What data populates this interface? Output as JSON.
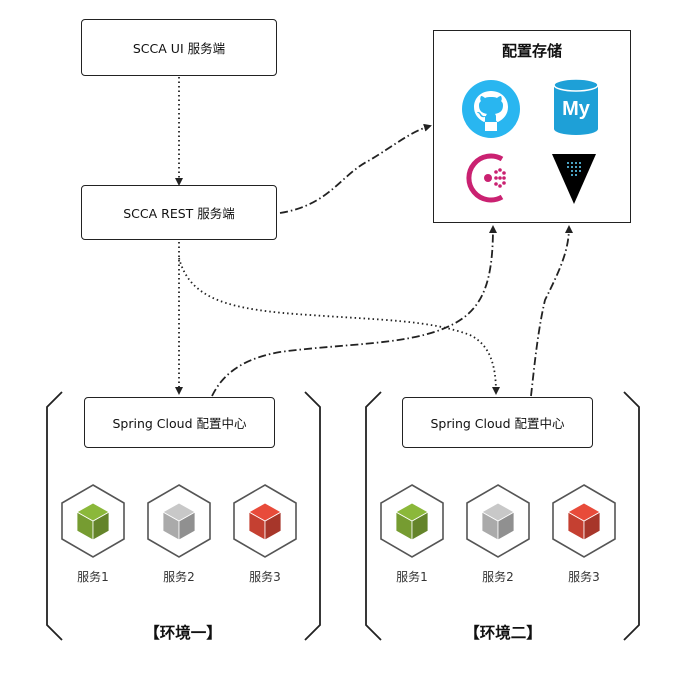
{
  "ui_server": {
    "label": "SCCA UI 服务端"
  },
  "rest_server": {
    "label": "SCCA REST 服务端"
  },
  "config_store": {
    "title": "配置存储",
    "icons": [
      "github-icon",
      "mysql-icon",
      "consul-icon",
      "vault-icon"
    ],
    "mysql_text": "My"
  },
  "environments": [
    {
      "config_center": "Spring Cloud 配置中心",
      "services": [
        {
          "label": "服务1",
          "color": "#8BB83A"
        },
        {
          "label": "服务2",
          "color": "#C8C8C8"
        },
        {
          "label": "服务3",
          "color": "#E84B3A"
        }
      ],
      "label": "【环境一】"
    },
    {
      "config_center": "Spring Cloud 配置中心",
      "services": [
        {
          "label": "服务1",
          "color": "#8BB83A"
        },
        {
          "label": "服务2",
          "color": "#C8C8C8"
        },
        {
          "label": "服务3",
          "color": "#E84B3A"
        }
      ],
      "label": "【环境二】"
    }
  ],
  "colors": {
    "github": "#29B6F0",
    "mysql": "#1EA0D7",
    "consul": "#CA2171",
    "vault": "#000000"
  }
}
